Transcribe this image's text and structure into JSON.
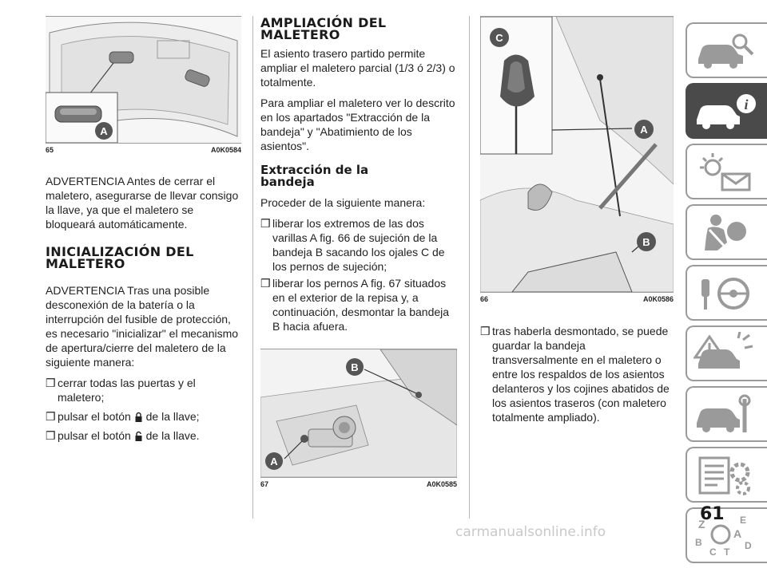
{
  "figures": {
    "fig65": {
      "number": "65",
      "code": "A0K0584",
      "labels": [
        "A"
      ]
    },
    "fig67": {
      "number": "67",
      "code": "A0K0585",
      "labels": [
        "B",
        "A"
      ]
    },
    "fig66": {
      "number": "66",
      "code": "A0K0586",
      "labels": [
        "C",
        "A",
        "B"
      ]
    }
  },
  "col1": {
    "warning1": "ADVERTENCIA Antes de cerrar el maletero, asegurarse de llevar consigo la llave, ya que el maletero se bloqueará automáticamente.",
    "heading": "INICIALIZACIÓN DEL MALETERO",
    "warning2": "ADVERTENCIA Tras una posible desconexión de la batería o la interrupción del fusible de protección, es necesario \"inicializar\" el mecanismo de apertura/cierre del maletero de la siguiente manera:",
    "bullets": [
      {
        "text": "cerrar todas las puertas y el maletero;"
      },
      {
        "before": "pulsar el botón",
        "after": "de la llave;"
      },
      {
        "before": "pulsar el botón",
        "after": "de la llave."
      }
    ]
  },
  "col2": {
    "heading": "AMPLIACIÓN DEL MALETERO",
    "p1": "El asiento trasero partido permite ampliar el maletero parcial (1/3 ó 2/3) o totalmente.",
    "p2": "Para ampliar el maletero ver lo descrito en los apartados \"Extracción de la bandeja\" y \"Abatimiento de los asientos\".",
    "subheading": "Extracción de la bandeja",
    "p3": "Proceder de la siguiente manera:",
    "bullets": [
      "liberar los extremos de las dos varillas A fig. 66 de sujeción de la bandeja B sacando los ojales C de los pernos de sujeción;",
      "liberar los pernos A fig. 67 situados en el exterior de la repisa y, a continuación, desmontar la bandeja B hacia afuera."
    ]
  },
  "col3": {
    "bullets": [
      "tras haberla desmontado, se puede guardar la bandeja transversalmente en el maletero o entre los respaldos de los asientos delanteros y los cojines abatidos de los asientos traseros (con maletero totalmente ampliado)."
    ]
  },
  "bullet_glyph": "❒",
  "page_number": "61",
  "watermark": "carmanualsonline.info",
  "tabs": [
    {
      "icon": "car-search-icon",
      "active": false
    },
    {
      "icon": "car-info-icon",
      "active": true
    },
    {
      "icon": "warning-lights-icon",
      "active": false
    },
    {
      "icon": "airbag-safety-icon",
      "active": false
    },
    {
      "icon": "key-steering-icon",
      "active": false
    },
    {
      "icon": "car-crash-icon",
      "active": false
    },
    {
      "icon": "car-service-icon",
      "active": false
    },
    {
      "icon": "tech-data-icon",
      "active": false
    },
    {
      "icon": "alphabet-index-icon",
      "active": false
    }
  ]
}
